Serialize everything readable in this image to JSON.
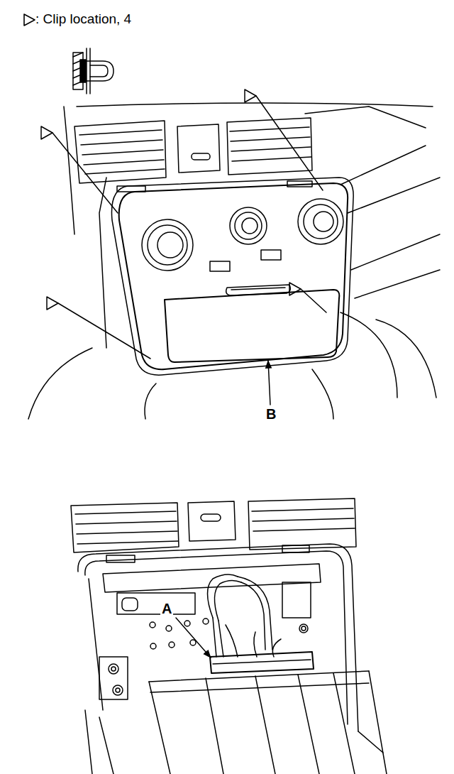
{
  "diagram": {
    "labels": [
      "B",
      "A"
    ],
    "legend": [
      {
        "text": ": Clip location, 4"
      }
    ]
  }
}
